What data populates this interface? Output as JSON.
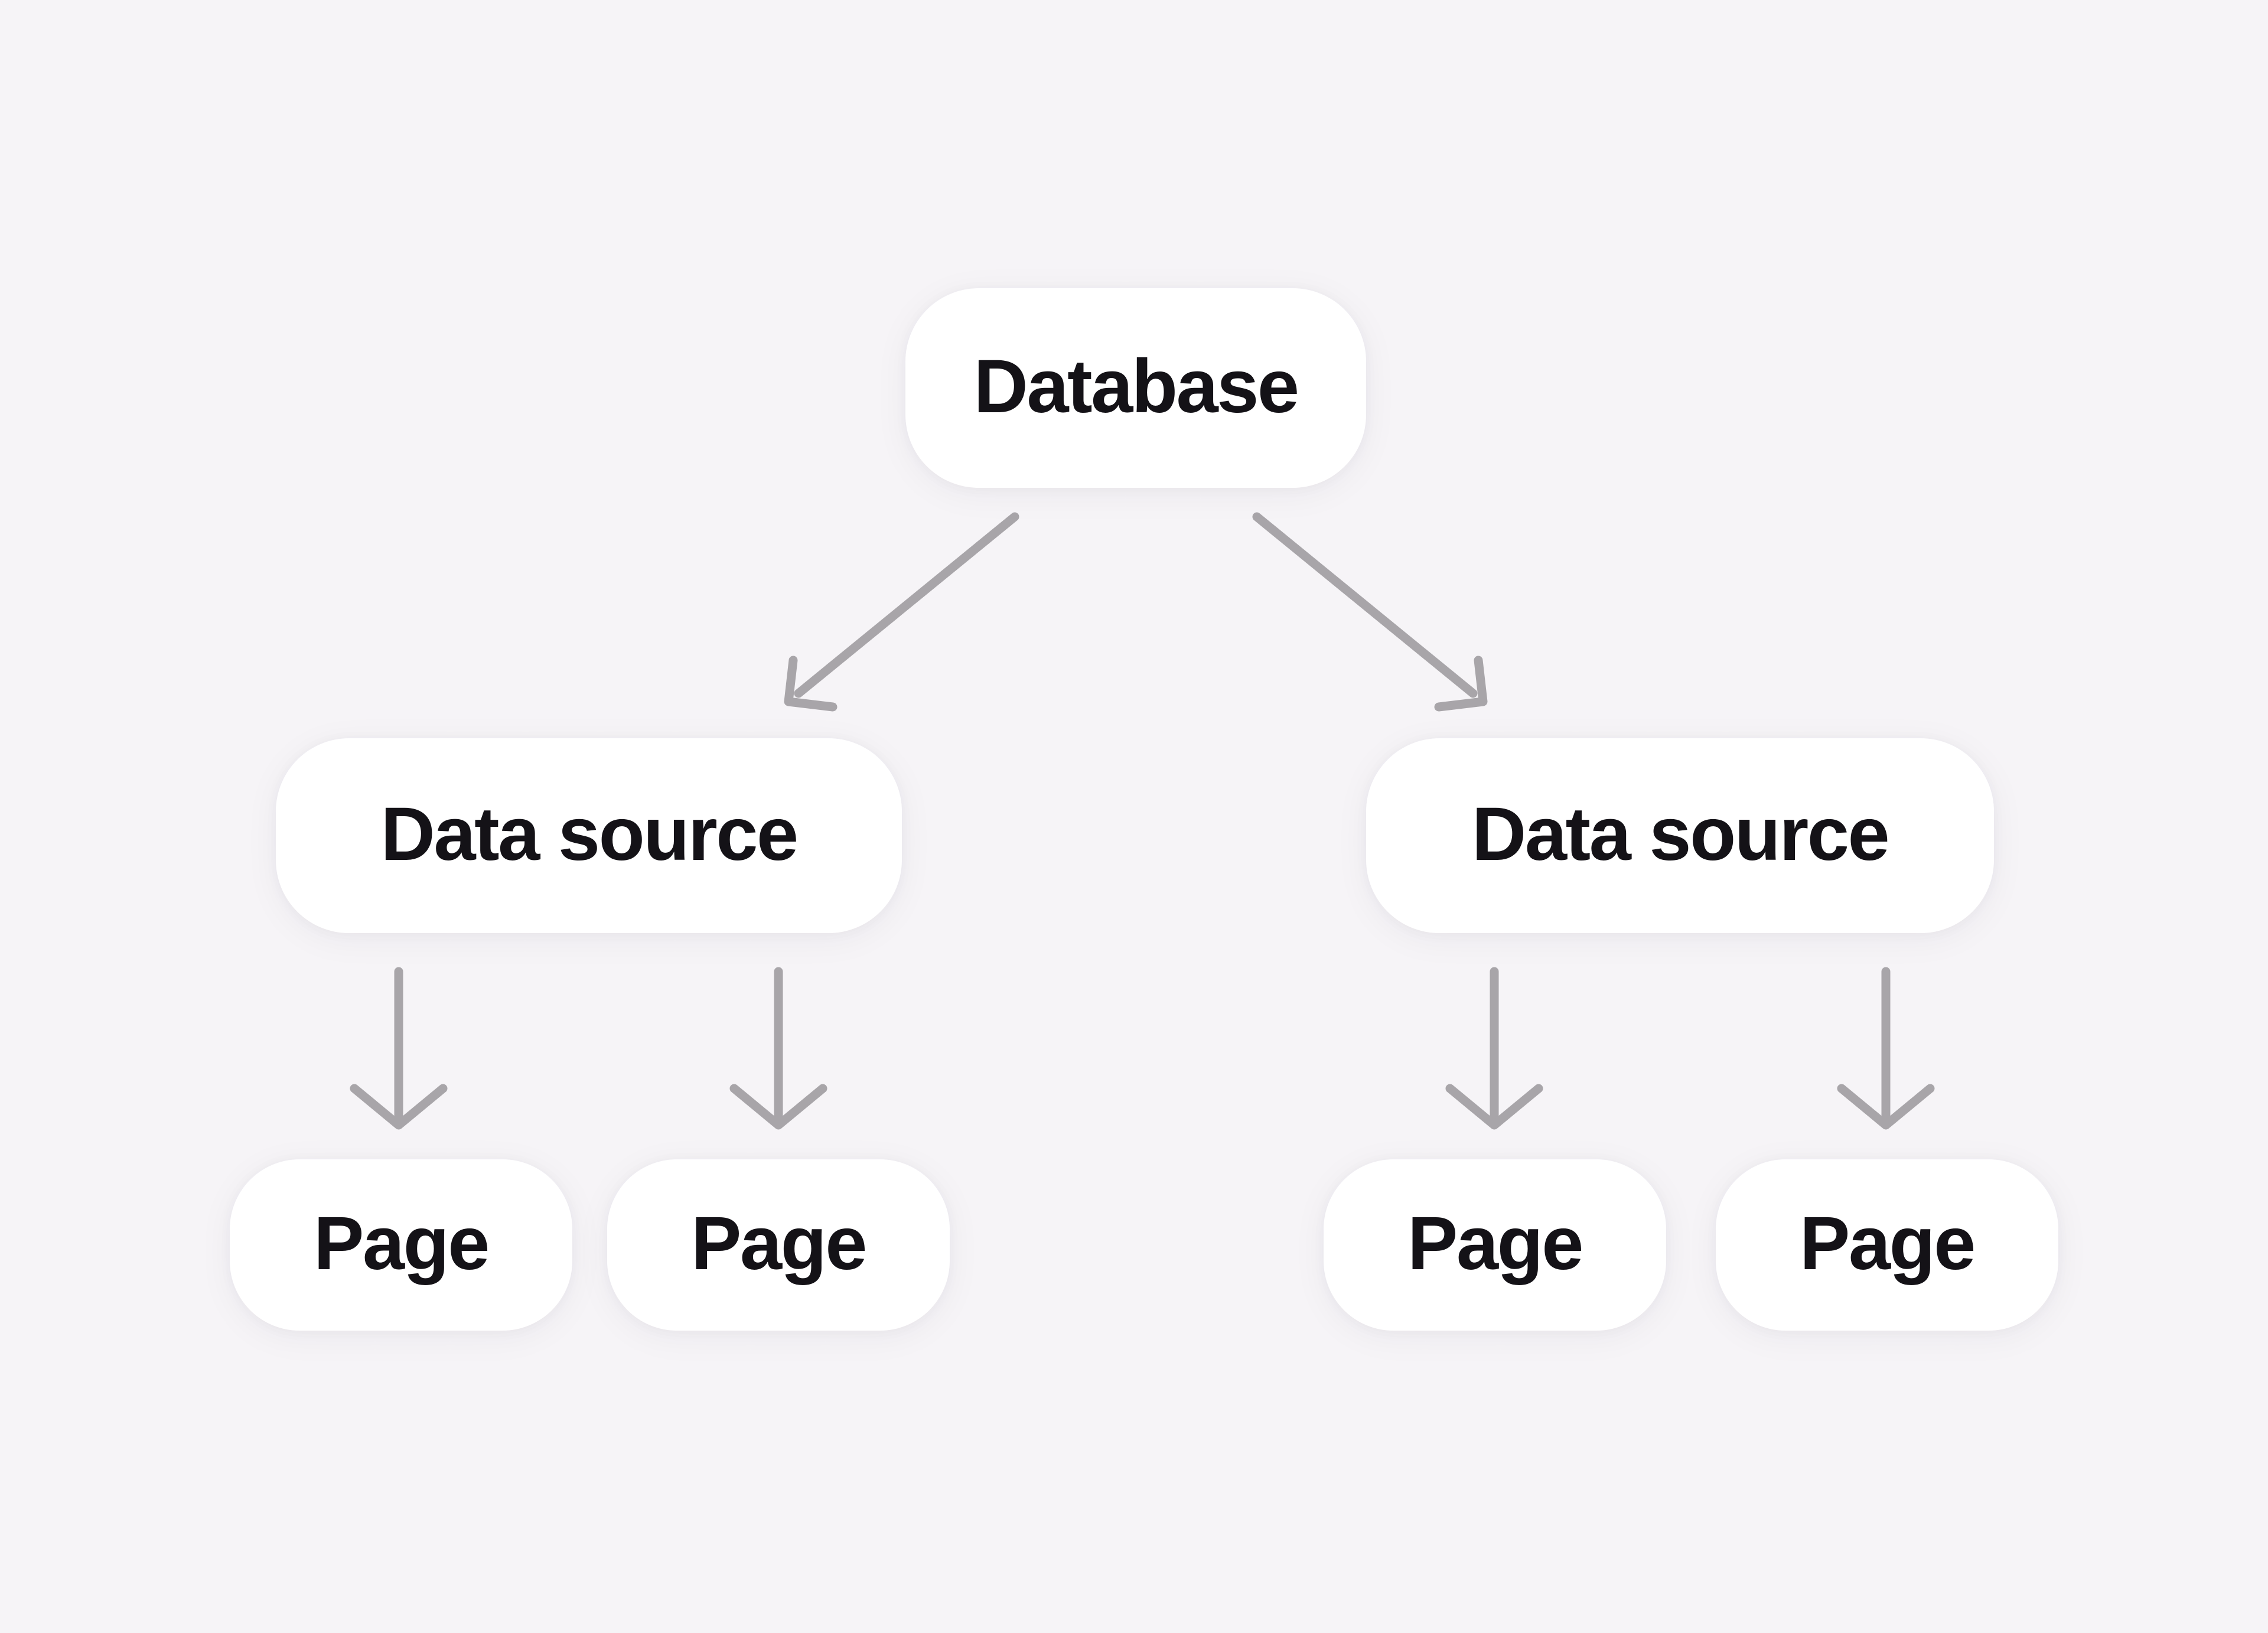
{
  "colors": {
    "background": "#f6f4f7",
    "node_fill": "#ffffff",
    "arrow": "#a8a5a9",
    "text": "#141217"
  },
  "diagram": {
    "root": {
      "label": "Database"
    },
    "sources": [
      {
        "label": "Data source"
      },
      {
        "label": "Data source"
      }
    ],
    "pages": [
      {
        "label": "Page"
      },
      {
        "label": "Page"
      },
      {
        "label": "Page"
      },
      {
        "label": "Page"
      }
    ],
    "edges": [
      {
        "from": "database",
        "to": "data-source-left"
      },
      {
        "from": "database",
        "to": "data-source-right"
      },
      {
        "from": "data-source-left",
        "to": "page-1"
      },
      {
        "from": "data-source-left",
        "to": "page-2"
      },
      {
        "from": "data-source-right",
        "to": "page-3"
      },
      {
        "from": "data-source-right",
        "to": "page-4"
      }
    ]
  }
}
